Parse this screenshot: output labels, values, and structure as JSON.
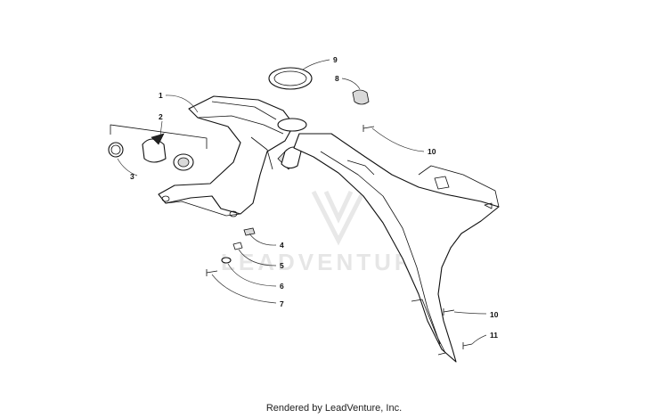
{
  "watermark": {
    "text": "LEADVENTURE"
  },
  "footer": {
    "text": "Rendered by LeadVenture, Inc."
  },
  "callouts": {
    "c1": "1",
    "c2": "2",
    "c3": "3",
    "c4": "4",
    "c5": "5",
    "c6": "6",
    "c7": "7",
    "c8": "8",
    "c9": "9",
    "c10a": "10",
    "c10b": "10",
    "c11": "11"
  }
}
